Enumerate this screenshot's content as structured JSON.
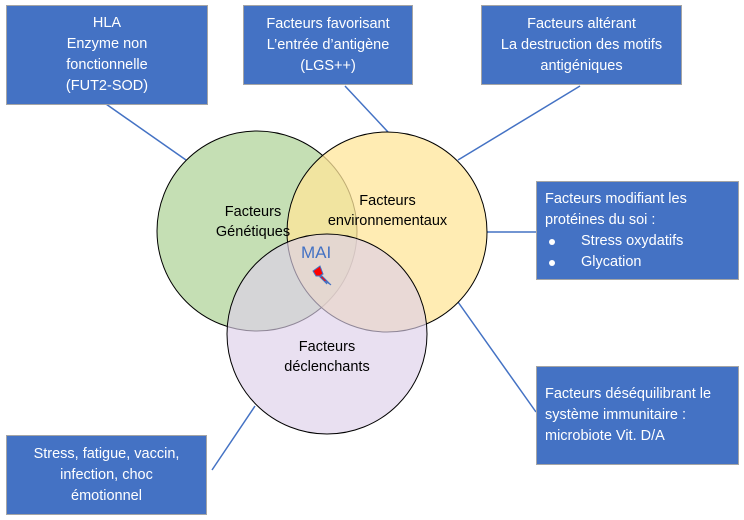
{
  "colors": {
    "box_fill": "#4472c4",
    "box_text": "#ffffff",
    "connector": "#4472c4",
    "circle_genetic": "#c5dfb4",
    "circle_environment": "#ffe6a3",
    "circle_trigger": "#e5dcef",
    "circle_outline": "#000000",
    "mai_text": "#4472c4",
    "lightning": "#ff0000"
  },
  "boxes": {
    "genetic_info": {
      "lines": [
        "HLA",
        "Enzyme non",
        "fonctionnelle",
        "(FUT2-SOD)"
      ]
    },
    "antigen_entry": {
      "lines": [
        "Facteurs favorisant",
        "L’entrée d’antigène",
        "(LGS++)"
      ]
    },
    "antigen_destruction": {
      "lines": [
        "Facteurs altérant",
        "La destruction des motifs",
        "antigéniques"
      ]
    },
    "self_proteins": {
      "title_lines": [
        "Facteurs modifiant les",
        "protéines du soi :"
      ],
      "bullets": [
        "Stress oxydatifs",
        "Glycation"
      ]
    },
    "immune_imbalance": {
      "lines": [
        "Facteurs déséquilibrant le",
        "système immunitaire :",
        "microbiote Vit. D/A"
      ]
    },
    "triggers_info": {
      "lines": [
        "Stress, fatigue, vaccin,",
        "infection, choc",
        "émotionnel"
      ]
    }
  },
  "circles": {
    "genetic": {
      "lines": [
        "Facteurs",
        "Génétiques"
      ]
    },
    "environment": {
      "lines": [
        "Facteurs",
        "environnementaux"
      ]
    },
    "trigger": {
      "lines": [
        "Facteurs",
        "déclenchants"
      ]
    }
  },
  "center": {
    "label": "MAI",
    "icon": "lightning-icon"
  }
}
